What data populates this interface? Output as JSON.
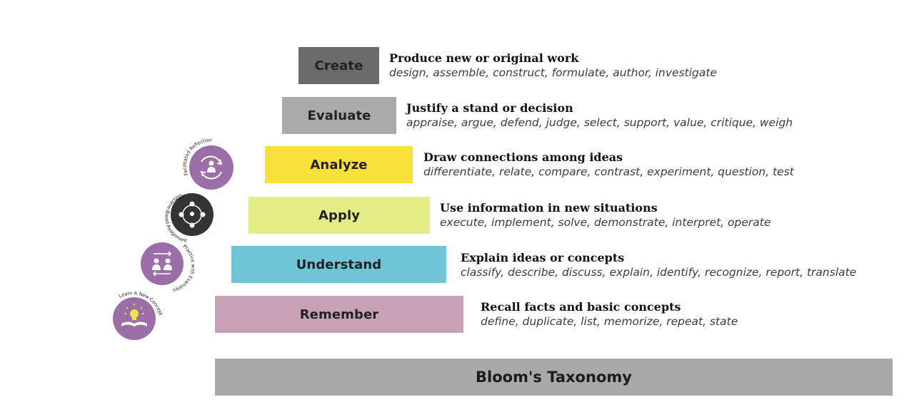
{
  "title": "Bloom's Taxonomy",
  "colors": {
    "create": "#6b6b6b",
    "evaluate": "#aaaaaa",
    "analyze": "#fbe03a",
    "apply": "#e3ef85",
    "understand": "#6fc4d6",
    "remember": "#c6a3b4",
    "base": "#a8a8a8",
    "badge_purple": "#9c6ea8",
    "badge_dark": "#333333"
  },
  "levels": [
    {
      "label": "Create",
      "heading": "Produce new or original work",
      "verbs": "design, assemble, construct, formulate, author, investigate"
    },
    {
      "label": "Evaluate",
      "heading": "Justify a stand or decision",
      "verbs": "appraise, argue, defend, judge, select, support, value, critique, weigh"
    },
    {
      "label": "Analyze",
      "heading": "Draw connections among ideas",
      "verbs": "differentiate, relate, compare, contrast, experiment, question, test"
    },
    {
      "label": "Apply",
      "heading": "Use information in new situations",
      "verbs": "execute, implement, solve, demonstrate, interpret, operate"
    },
    {
      "label": "Understand",
      "heading": "Explain ideas or concepts",
      "verbs": "classify, describe, discuss, explain, identify, recognize, report, translate"
    },
    {
      "label": "Remember",
      "heading": "Recall facts and basic concepts",
      "verbs": "define, duplicate, list, memorize, repeat, state"
    }
  ],
  "badges": [
    {
      "caption": "Facilitated Reflection",
      "icon": "person-cycle-icon"
    },
    {
      "caption": "Outcome-Based Assignment",
      "icon": "group-network-icon"
    },
    {
      "caption": "Practice with Examples",
      "icon": "two-people-exchange-icon"
    },
    {
      "caption": "Learn A New Concept",
      "icon": "lightbulb-book-icon"
    }
  ]
}
